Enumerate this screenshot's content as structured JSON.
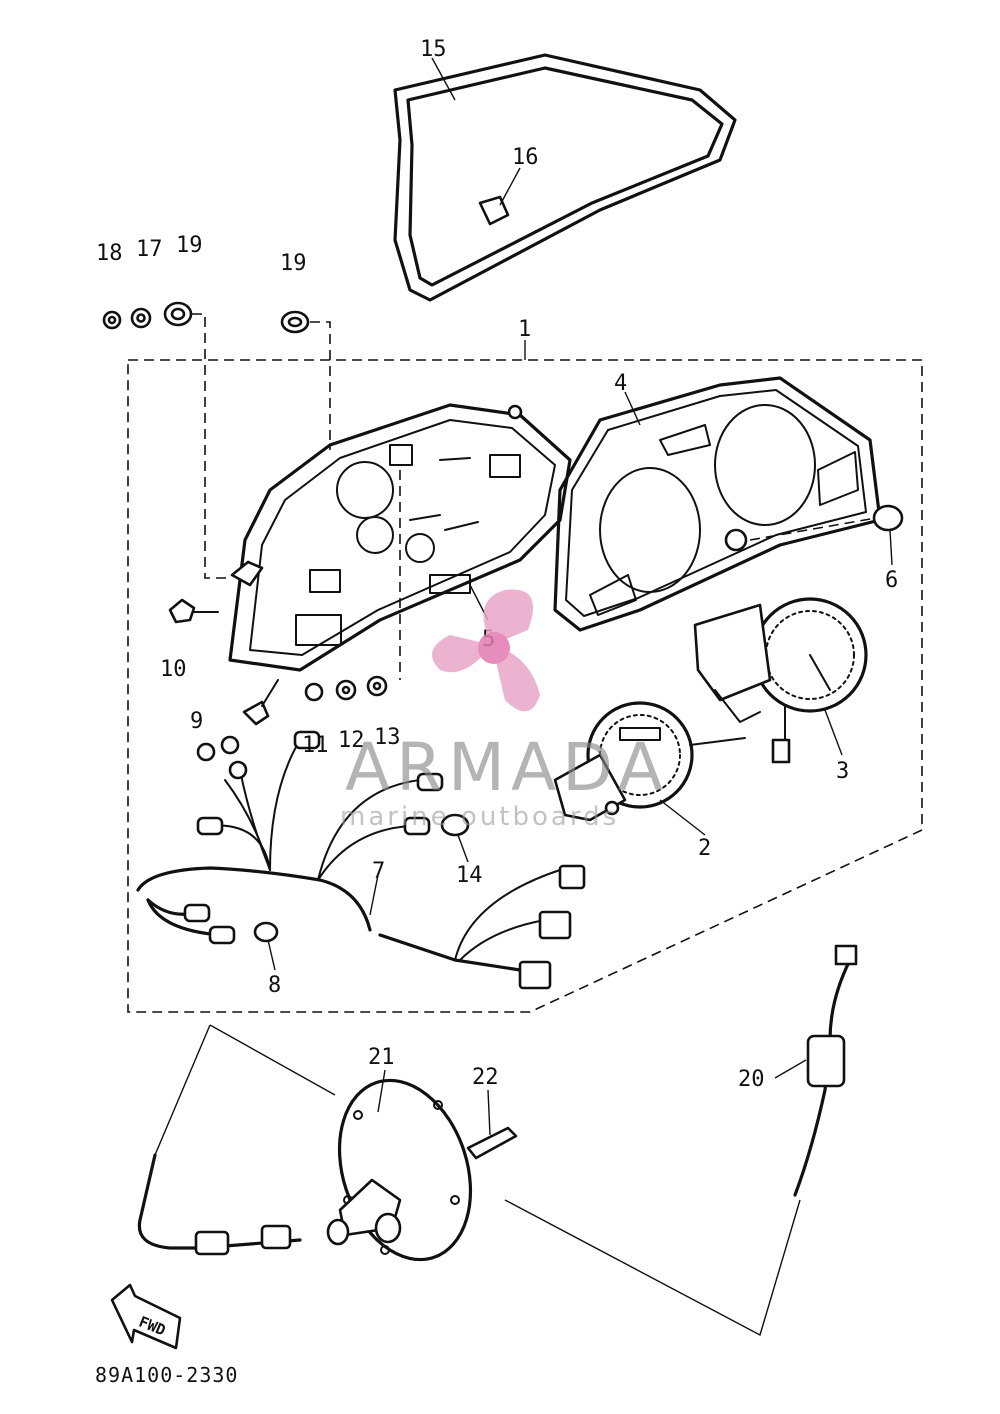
{
  "diagram": {
    "callouts": [
      "1",
      "2",
      "3",
      "4",
      "5",
      "6",
      "7",
      "8",
      "9",
      "10",
      "11",
      "12",
      "13",
      "14",
      "15",
      "16",
      "17",
      "18",
      "19",
      "19",
      "20",
      "21",
      "22"
    ],
    "part_code": "89A100-2330",
    "fwd_label": "FWD"
  },
  "watermark": {
    "title": "ARMADA",
    "subtitle": "marine outboards",
    "colors": {
      "propeller": "#e8a6c8",
      "text": "#8a8a8a"
    }
  }
}
